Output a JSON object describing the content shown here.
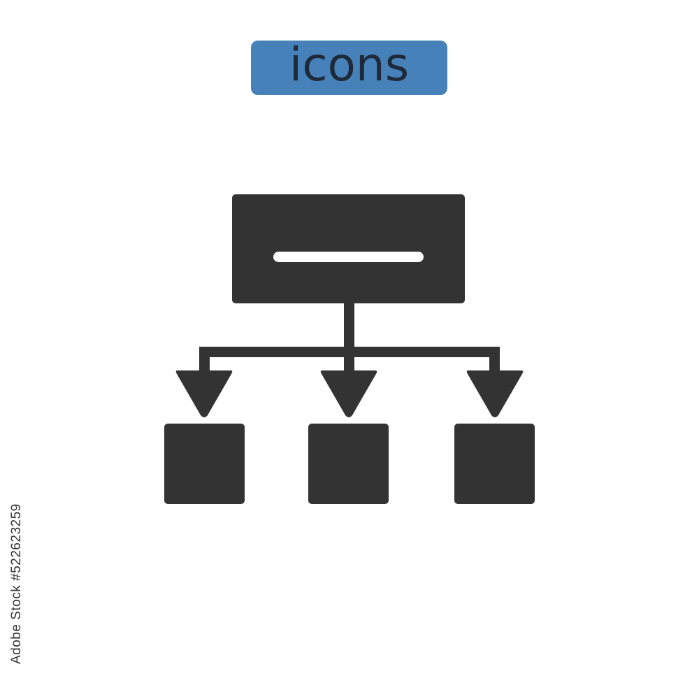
{
  "badge": {
    "label": "icons",
    "background_color": "#4682b9",
    "text_color": "#1e2a3a"
  },
  "icon": {
    "semantic": "hierarchy-flowchart-icon",
    "fill_color": "#333333",
    "bar_color": "#ffffff"
  },
  "stock": {
    "id": "522623259",
    "text_color": "#333333"
  },
  "watermark": {
    "text": "Adobe Stock",
    "color": "#d9d9d9"
  }
}
